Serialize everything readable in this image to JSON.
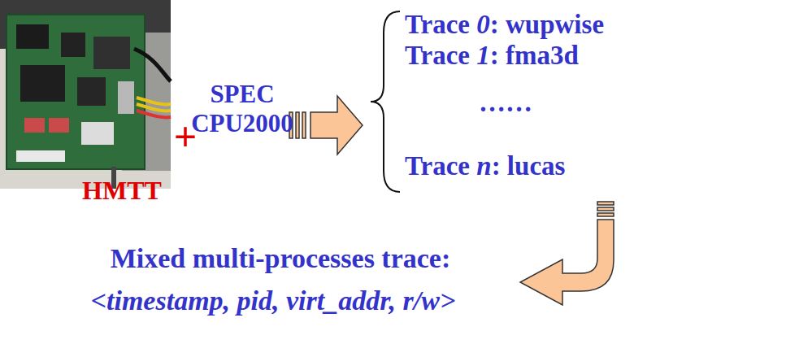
{
  "diagram": {
    "labels": [
      "HMTT",
      "+",
      "SPEC CPU2000",
      "Trace 0: wupwise",
      "Trace 1: fma3d",
      "……",
      "Trace n: lucas",
      "Mixed multi-processes trace:",
      "<timestamp, pid, virt_addr, r/w>"
    ]
  }
}
